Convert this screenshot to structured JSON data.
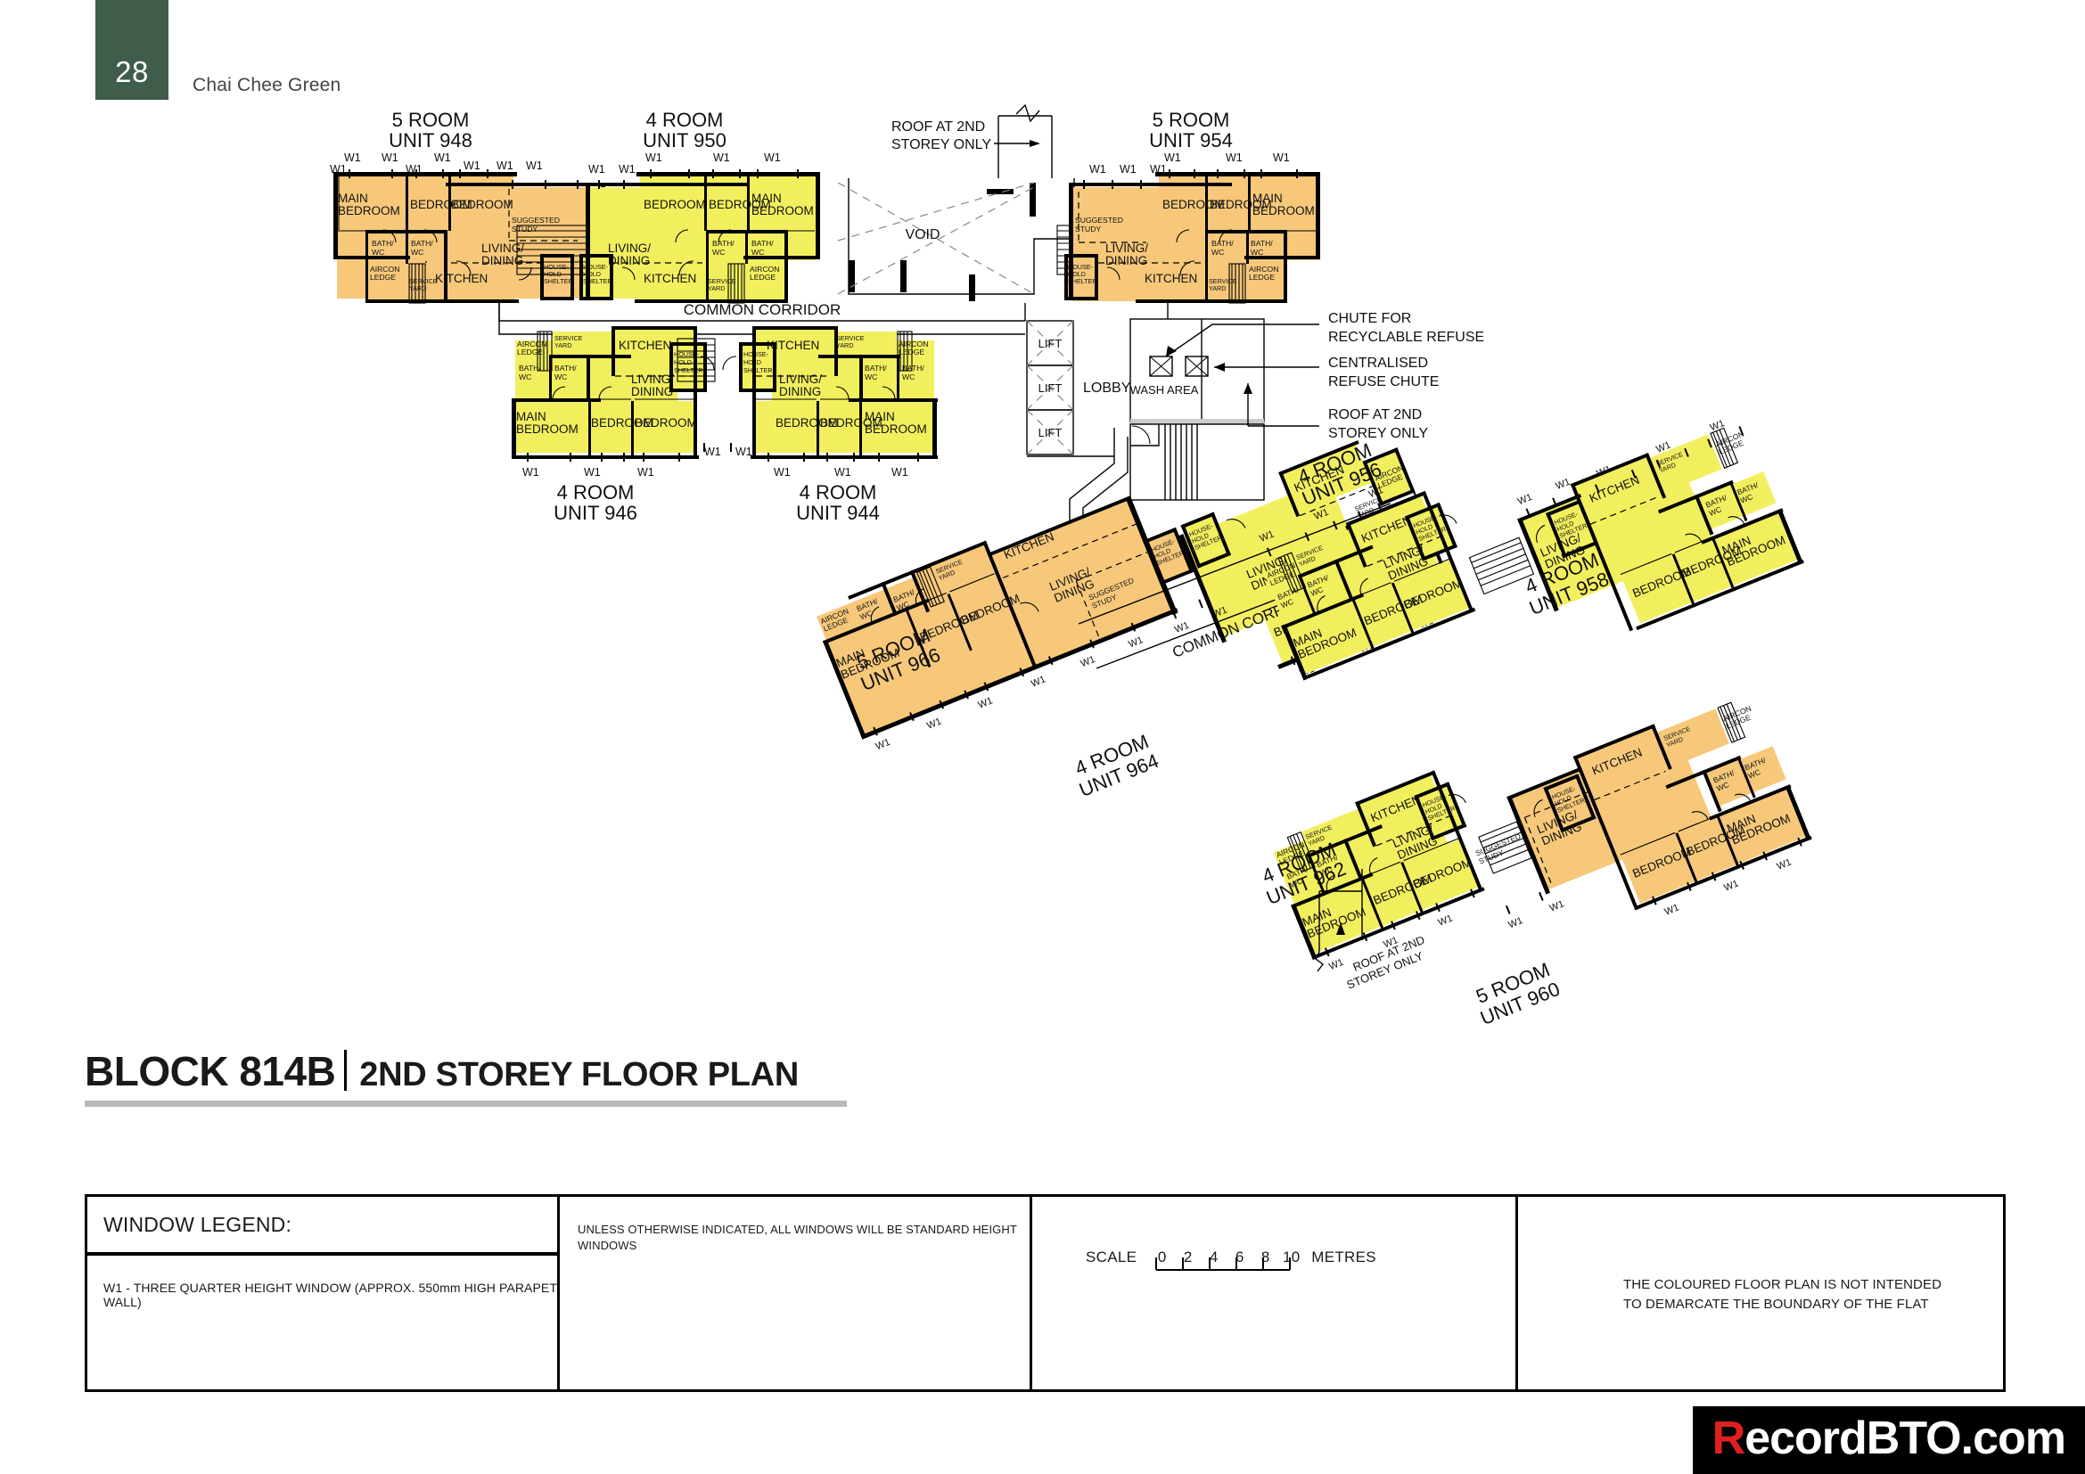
{
  "header": {
    "page_number": "28",
    "project_name": "Chai Chee Green",
    "accent_color": "#3f5d4a"
  },
  "title_block": {
    "block_label": "BLOCK  814B",
    "plan_label": "2ND STOREY FLOOR PLAN"
  },
  "colors": {
    "unit_5room": "#f7c87a",
    "unit_4room": "#f2ef5e",
    "wall": "#000000",
    "line": "#000000"
  },
  "legend": {
    "window_legend_title": "WINDOW LEGEND:",
    "w1_description": "W1 -  THREE QUARTER HEIGHT WINDOW (APPROX. 550mm HIGH PARAPET WALL)",
    "standard_window_note": "UNLESS OTHERWISE INDICATED,  ALL WINDOWS WILL BE STANDARD HEIGHT WINDOWS",
    "scale_label": "SCALE",
    "scale_ticks": [
      "0",
      "2",
      "4",
      "6",
      "8",
      "10"
    ],
    "scale_unit": "METRES",
    "disclaimer_line1": "THE COLOURED FLOOR PLAN IS NOT INTENDED",
    "disclaimer_line2": "TO DEMARCATE THE BOUNDARY OF THE FLAT"
  },
  "watermark": {
    "text_r": "R",
    "text_rest": "ecordBTO.com"
  },
  "plan_annotations": {
    "common_corridor": "COMMON CORRIDOR",
    "common_corridor_2": "COMMON CORRIDOR",
    "void": "VOID",
    "lobby": "LOBBY",
    "lift_1": "LIFT",
    "lift_2": "LIFT",
    "lift_3": "LIFT",
    "wash_area": "WASH AREA",
    "chute_recyclable": "CHUTE FOR\nRECYCLABLE REFUSE",
    "chute_recyclable_l1": "CHUTE FOR",
    "chute_recyclable_l2": "RECYCLABLE REFUSE",
    "centralised_chute_l1": "CENTRALISED",
    "centralised_chute_l2": "REFUSE CHUTE",
    "roof_2nd_storey_l1": "ROOF AT 2ND",
    "roof_2nd_storey_l2": "STOREY ONLY"
  },
  "room_labels": {
    "main_bedroom": "MAIN\nBEDROOM",
    "bedroom": "BEDROOM",
    "living_dining": "LIVING/\nDINING",
    "kitchen": "KITCHEN",
    "bath_wc": "BATH/\nWC",
    "service_yard": "SERVICE\nYARD",
    "aircon_ledge": "AIRCON\nLEDGE",
    "household_shelter": "HOUSE-\nHOLD\nSHELTER",
    "suggested_study": "SUGGESTED\nSTUDY",
    "window_tag": "W1"
  },
  "units": [
    {
      "id": "948",
      "type": "5 ROOM",
      "label_line1": "5 ROOM",
      "label_line2": "UNIT 948",
      "color": "#f7c87a",
      "wing": "top-left"
    },
    {
      "id": "950",
      "type": "4 ROOM",
      "label_line1": "4 ROOM",
      "label_line2": "UNIT 950",
      "color": "#f2ef5e",
      "wing": "top-left"
    },
    {
      "id": "954",
      "type": "5 ROOM",
      "label_line1": "5 ROOM",
      "label_line2": "UNIT 954",
      "color": "#f7c87a",
      "wing": "top-right"
    },
    {
      "id": "946",
      "type": "4 ROOM",
      "label_line1": "4 ROOM",
      "label_line2": "UNIT 946",
      "color": "#f2ef5e",
      "wing": "mid-left"
    },
    {
      "id": "944",
      "type": "4 ROOM",
      "label_line1": "4 ROOM",
      "label_line2": "UNIT 944",
      "color": "#f2ef5e",
      "wing": "mid-left"
    },
    {
      "id": "966",
      "type": "5 ROOM",
      "label_line1": "5 ROOM",
      "label_line2": "UNIT 966",
      "color": "#f7c87a",
      "wing": "diagonal-lower-left"
    },
    {
      "id": "964",
      "type": "4 ROOM",
      "label_line1": "4 ROOM",
      "label_line2": "UNIT 964",
      "color": "#f2ef5e",
      "wing": "diagonal-lower-left"
    },
    {
      "id": "956",
      "type": "4 ROOM",
      "label_line1": "4 ROOM",
      "label_line2": "UNIT 956",
      "color": "#f2ef5e",
      "wing": "diagonal-upper-right"
    },
    {
      "id": "958",
      "type": "4 ROOM",
      "label_line1": "4 ROOM",
      "label_line2": "UNIT 958",
      "color": "#f2ef5e",
      "wing": "diagonal-upper-right"
    },
    {
      "id": "962",
      "type": "4 ROOM",
      "label_line1": "4 ROOM",
      "label_line2": "UNIT 962",
      "color": "#f2ef5e",
      "wing": "diagonal-lower-right"
    },
    {
      "id": "960",
      "type": "5 ROOM",
      "label_line1": "5 ROOM",
      "label_line2": "UNIT 960",
      "color": "#f7c87a",
      "wing": "diagonal-lower-right"
    }
  ]
}
